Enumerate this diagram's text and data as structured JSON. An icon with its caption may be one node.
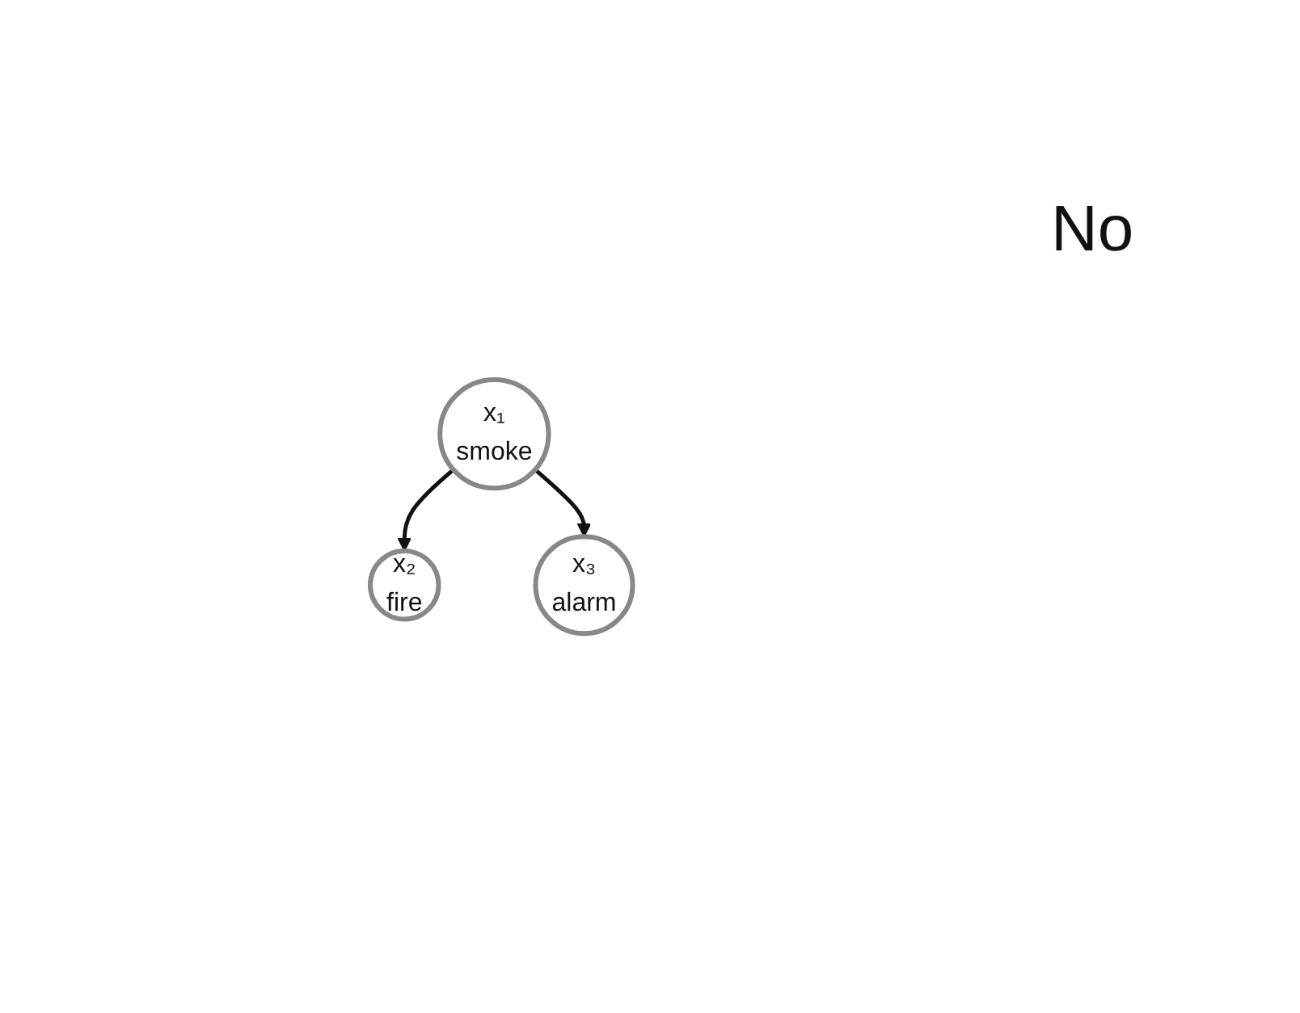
{
  "diagram": {
    "nodes": [
      {
        "text": [
          "x₁",
          "smoke"
        ]
      },
      {
        "text": [
          "x₂",
          "fire"
        ]
      },
      {
        "text": [
          "x₃",
          "alarm"
        ]
      }
    ],
    "edges": [
      {
        "from": 0,
        "to": 1,
        "arrow": "to"
      },
      {
        "from": 0,
        "to": 2,
        "arrow": "to"
      }
    ],
    "labels": [
      "No"
    ]
  }
}
